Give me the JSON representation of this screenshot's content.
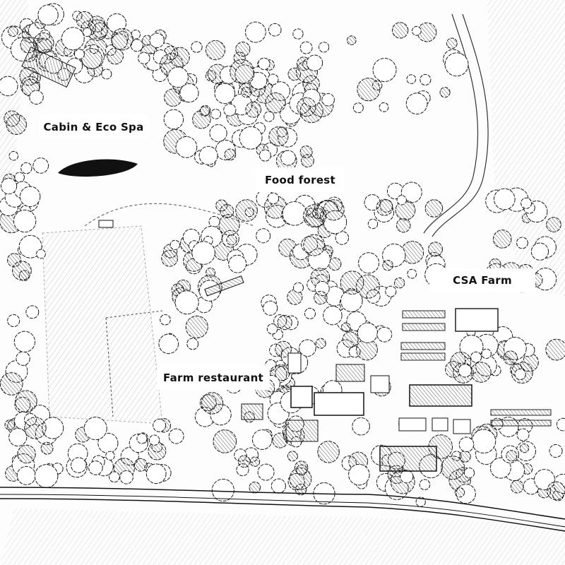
{
  "map": {
    "style": "hand-drawn pen-and-ink aerial farm illustration",
    "ink_color": "#1a1a1a",
    "paper_color": "#fdfdfd",
    "labels": {
      "cabin_spa": "Cabin & Eco Spa",
      "food_forest": "Food forest",
      "csa_farm": "CSA Farm",
      "farm_restaurant": "Farm restaurant"
    }
  }
}
